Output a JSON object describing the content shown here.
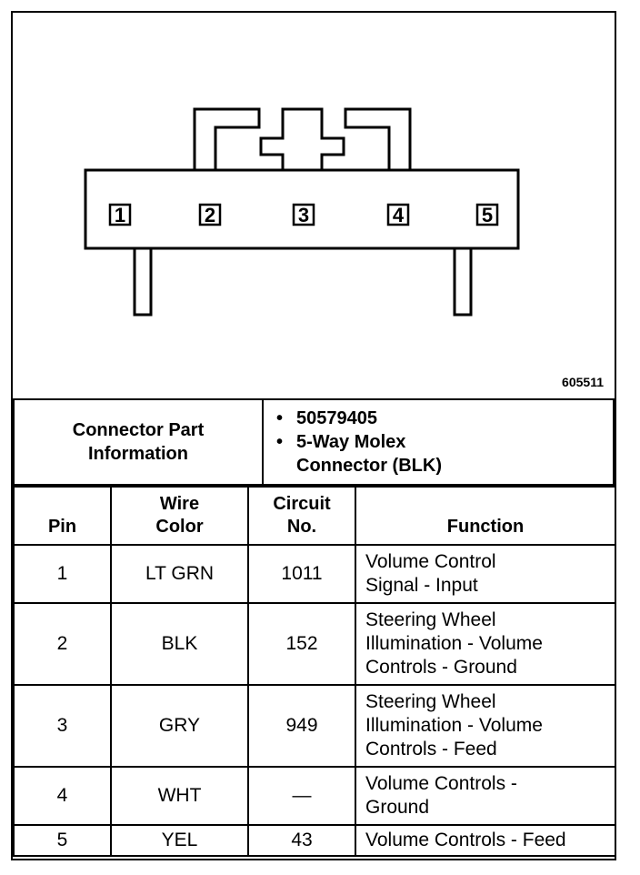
{
  "figure_id": "605511",
  "pin_labels": [
    "1",
    "2",
    "3",
    "4",
    "5"
  ],
  "connector_info": {
    "label_line1": "Connector Part",
    "label_line2": "Information",
    "part_number": "50579405",
    "description_line1": "5-Way Molex",
    "description_line2": "Connector (BLK)"
  },
  "table": {
    "headers": {
      "pin": "Pin",
      "wire_color_line1": "Wire",
      "wire_color_line2": "Color",
      "circuit_line1": "Circuit",
      "circuit_line2": "No.",
      "function": "Function"
    },
    "rows": [
      {
        "pin": "1",
        "color": "LT GRN",
        "circuit": "1011",
        "function": [
          "Volume Control",
          "Signal - Input"
        ]
      },
      {
        "pin": "2",
        "color": "BLK",
        "circuit": "152",
        "function": [
          "Steering Wheel",
          "Illumination - Volume",
          "Controls - Ground"
        ]
      },
      {
        "pin": "3",
        "color": "GRY",
        "circuit": "949",
        "function": [
          "Steering Wheel",
          "Illumination - Volume",
          "Controls - Feed"
        ]
      },
      {
        "pin": "4",
        "color": "WHT",
        "circuit": "—",
        "function": [
          "Volume Controls -",
          "Ground"
        ]
      },
      {
        "pin": "5",
        "color": "YEL",
        "circuit": "43",
        "function": [
          "Volume Controls - Feed"
        ]
      }
    ]
  }
}
